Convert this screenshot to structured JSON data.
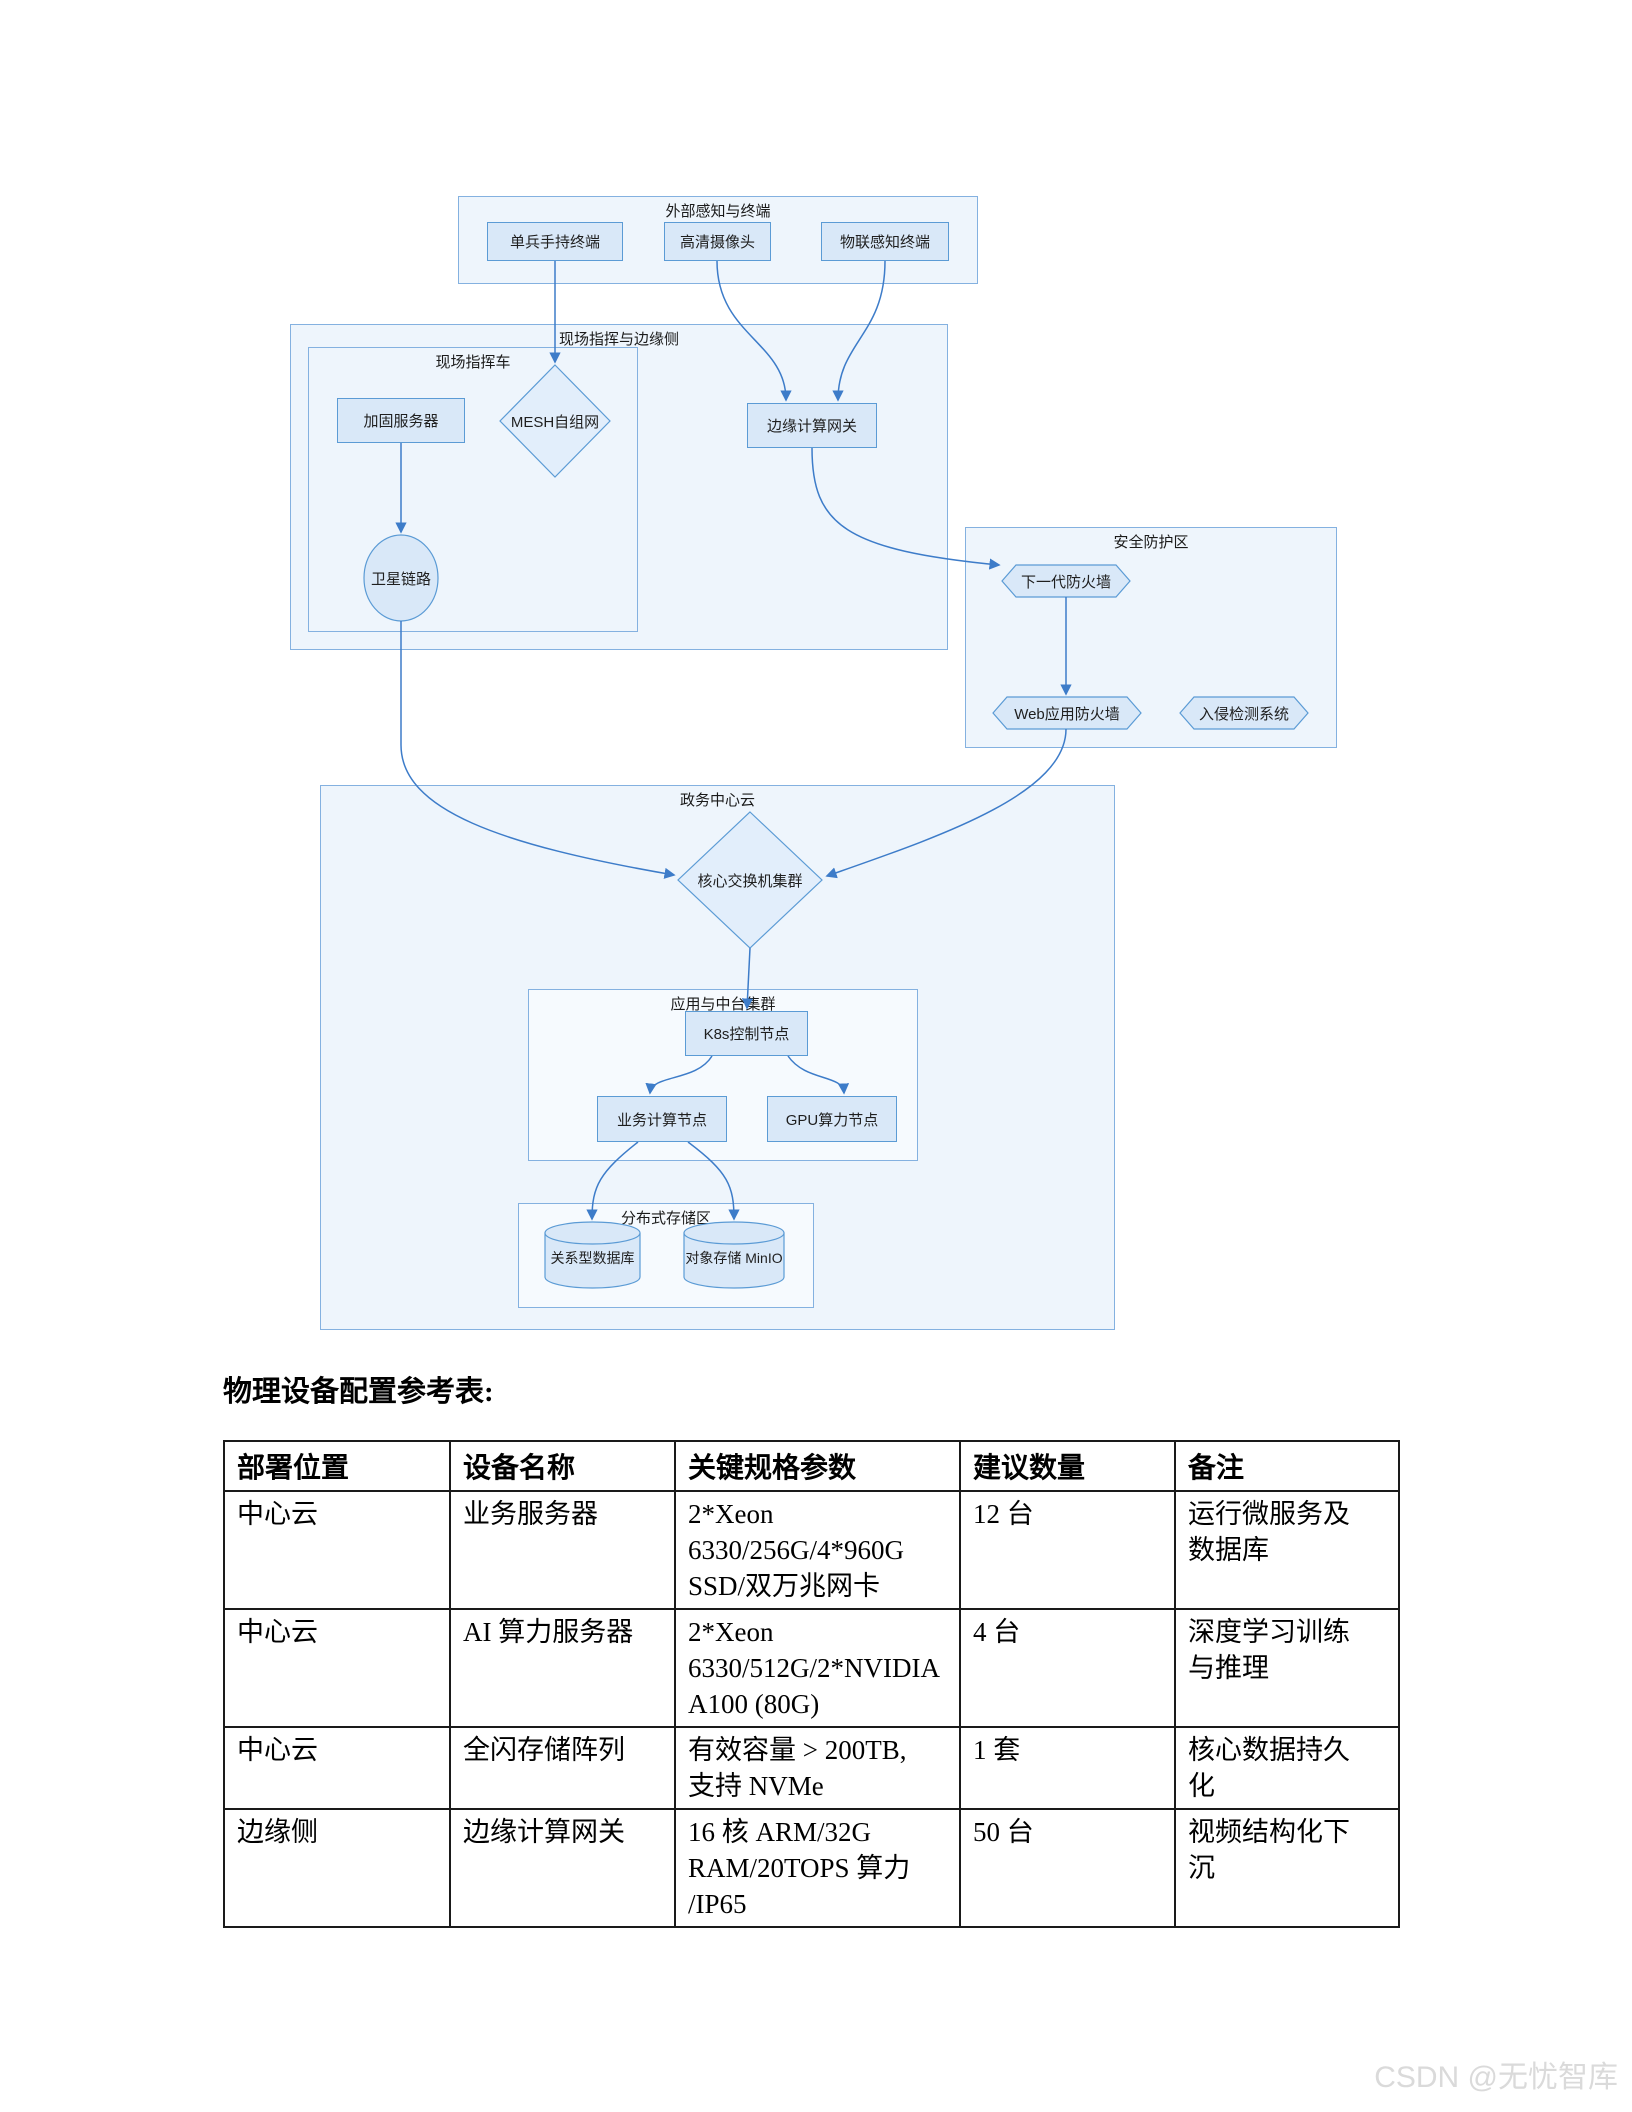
{
  "diagram": {
    "groups": [
      {
        "label": "外部感知与终端"
      },
      {
        "label": "现场指挥与边缘侧"
      },
      {
        "label": "现场指挥车"
      },
      {
        "label": "安全防护区"
      },
      {
        "label": "政务中心云"
      },
      {
        "label": "应用与中台集群"
      },
      {
        "label": "分布式存储区"
      }
    ],
    "nodes": [
      {
        "label": "单兵手持终端",
        "shape": "rect"
      },
      {
        "label": "高清摄像头",
        "shape": "rect"
      },
      {
        "label": "物联感知终端",
        "shape": "rect"
      },
      {
        "label": "加固服务器",
        "shape": "rect"
      },
      {
        "label": "MESH自组网",
        "shape": "diamond"
      },
      {
        "label": "卫星链路",
        "shape": "ellipse"
      },
      {
        "label": "边缘计算网关",
        "shape": "rect"
      },
      {
        "label": "下一代防火墙",
        "shape": "hexagon"
      },
      {
        "label": "Web应用防火墙",
        "shape": "hexagon"
      },
      {
        "label": "入侵检测系统",
        "shape": "hexagon"
      },
      {
        "label": "核心交换机集群",
        "shape": "diamond"
      },
      {
        "label": "K8s控制节点",
        "shape": "rect"
      },
      {
        "label": "业务计算节点",
        "shape": "rect"
      },
      {
        "label": "GPU算力节点",
        "shape": "rect"
      },
      {
        "label": "关系型数据库",
        "shape": "cylinder"
      },
      {
        "label": "对象存储 MinIO",
        "shape": "cylinder"
      }
    ],
    "colors": {
      "node_fill": "#d9e8f8",
      "node_border": "#5b9bd5",
      "group_fill": "#eef5fc",
      "group_border": "#84b1e0",
      "edge": "#3d7cc9"
    }
  },
  "table_section": {
    "heading": "物理设备配置参考表:",
    "columns": [
      "部署位置",
      "设备名称",
      "关键规格参数",
      "建议数量",
      "备注"
    ],
    "rows": [
      {
        "location": "中心云",
        "device": "业务服务器",
        "spec": "2*Xeon\n6330/256G/4*960G\nSSD/双万兆网卡",
        "qty": "12 台",
        "note": "运行微服务及\n数据库"
      },
      {
        "location": "中心云",
        "device": "AI 算力服务器",
        "spec": "2*Xeon\n6330/512G/2*NVIDIA\nA100 (80G)",
        "qty": "4 台",
        "note": "深度学习训练\n与推理"
      },
      {
        "location": "中心云",
        "device": "全闪存储阵列",
        "spec": "有效容量 > 200TB,\n支持 NVMe",
        "qty": "1 套",
        "note": "核心数据持久\n化"
      },
      {
        "location": "边缘侧",
        "device": "边缘计算网关",
        "spec": "16 核 ARM/32G\nRAM/20TOPS 算力\n/IP65",
        "qty": "50 台",
        "note": "视频结构化下\n沉"
      }
    ]
  },
  "watermark": "CSDN @无忧智库"
}
